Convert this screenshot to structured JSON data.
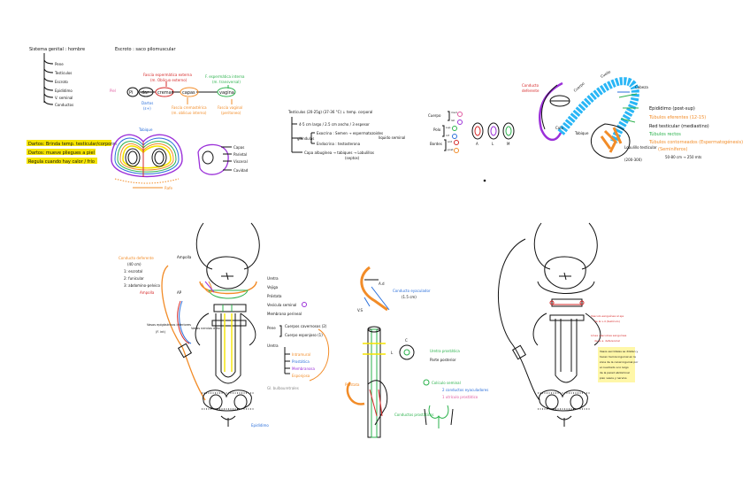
{
  "colors": {
    "ink": "#111111",
    "red": "#d62828",
    "green": "#2bb24c",
    "orange": "#f28c28",
    "yellow": "#f5e400",
    "blue": "#2a6fdb",
    "purple": "#9b30d9",
    "pink": "#e05aa0",
    "cyan": "#29b6f6",
    "grey": "#888888"
  },
  "tl": {
    "title": "Sistema genital : hombre",
    "items": [
      "Pene",
      "Testículos",
      "Escroto",
      "Epidídimo",
      "V. seminal",
      "Conductos"
    ],
    "layers_title": "Escroto : saco pilomuscular",
    "fascia_ext": "Fascia espermática externa",
    "fascia_ext2": "(m. Oblicuo externo)",
    "fascia_int": "F. espermática interna",
    "fascia_int2": "(m. transversal)",
    "fascia_crem": "Fascia cremastérica",
    "fascia_crem2": "(m. oblicuo interno)",
    "fascia_vag": "Fascia vaginal",
    "fascia_vag2": "(peritoneo)",
    "pl": "Pi",
    "dar": "dar",
    "cremas": "cremas",
    "capas": "capas",
    "vagina": "vagina",
    "piel": "Piel",
    "dartos": "Dartos",
    "dartos2": "(ε+)",
    "hl1": "Dartos: Brinda temp. testicular/corporal",
    "hl2": "Dartos: mueve pliegues a piel",
    "hl3": "Regula cuando hay calor / frío",
    "tabique": "Tabique",
    "rafe": "Rafe",
    "capas_lbl": "Capas",
    "parietal": "Parietal",
    "visceral": "Visceral",
    "cavidad": "Cavidad"
  },
  "tm": {
    "line1": "Testículos (20-25g) (37-36 °C) ↓ temp. corporal",
    "line2": "4-5 cm largo / 2.5 cm ancho / 3 espesor",
    "line3": "Exocrina : Semen → espermatozoides",
    "line3b": "líquido seminal",
    "line4": "Endocrina : testosterona",
    "glandulas": "glándulas",
    "line5": "Capa albugínea → tabiques → Lobulillos",
    "line5b": "(septos)"
  },
  "tc": {
    "cuerpo": "Cuerpo",
    "polo": "Polo",
    "bordes": "Bordes",
    "med": "med",
    "lat": "lat",
    "sup": "sup",
    "inf": "inf",
    "ant": "ant",
    "post": "post",
    "A": "A",
    "L": "L",
    "M": "M"
  },
  "tr": {
    "conducto": "Conducto",
    "deferente": "deferente",
    "cabeza": "Cabeza",
    "cuello": "Cuello",
    "cuerpo": "Cuerpo",
    "cola": "Cola",
    "tabique": "Tabique",
    "lobulillo": "Lobulillo testicular",
    "lobulillo2": "(200-300)",
    "epi": "Epidídimo (post-sup)",
    "tub_rectos": "Túbulos eferentes (12-15)",
    "red": "Red testicular (mediastino)",
    "tub2": "Túbulos rectos",
    "tub3": "Túbulos contorneados (Espermatogénesis)",
    "tub3b": "(Seminíferos)",
    "medida": "50-80 cm → 250 mts"
  },
  "bl": {
    "cd": "Conducto deferente",
    "cd2": "(40 cm)",
    "e": "1: escrotal",
    "f": "2: funicular",
    "i": "3: abdomino-pelvico",
    "a": "Ampolla",
    "ap": "Ampolla",
    "vasos": "Vasos epigástricos inferiores",
    "vasos2": "(F. int)",
    "vnc": "Vasos nervios ecto",
    "epi": "Epidídimo",
    "ap2": "AP"
  },
  "bm": {
    "uretra": "Uretra",
    "vejiga": "Vejiga",
    "prostata": "Próstata",
    "vs": "Vesícula seminal",
    "membrana": "Membrana perineal",
    "pene": "Pene",
    "cc": "Cuerpos cavernosos (2)",
    "ce": "Cuerpo esponjoso (1)",
    "uretra2": "Uretra",
    "u1": "Intramural",
    "u2": "Prostática",
    "u3": "Membranosa",
    "u4": "Esponjosa",
    "gl": "Gl. bulbouretrales"
  },
  "bc": {
    "ce": "Conducto eyaculador",
    "ce2": "(1.5 cm)",
    "ad": "A.d",
    "vs": "V.S",
    "l": "L",
    "c": "C",
    "ur": "Uretra prostática",
    "pp": "Parte posterior",
    "col": "Colículo seminal",
    "col1": "2 conductos eyaculadores",
    "col2": "1 utrículo prostático",
    "cond": "Conductos prostáticos",
    "prost": "Próstata"
  },
  "br": {
    "r1": "Vasculo-sanguínea al eje",
    "r1b": "de la v.d (testículo)",
    "r2": "Línea vasculosa sanguínea",
    "r2b": "de la a. deferencial",
    "note1": "Vasos escrotales se dilatan y",
    "note2": "hacen hernia inguinal en la",
    "note3": "zona de la canal inguinal por",
    "note4": "el cuadrado a lo largo",
    "note5": "de la pared abdominal",
    "note6": "piel, vasos y nervios"
  }
}
